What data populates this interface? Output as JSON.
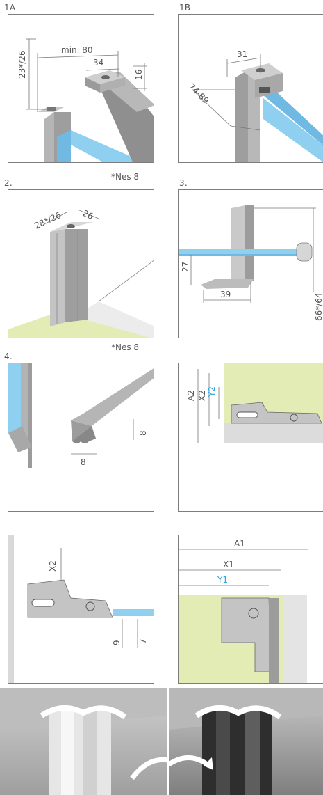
{
  "labels": {
    "l1a": "1A",
    "l1b": "1B",
    "l2": "2.",
    "l3": "3.",
    "l4": "4."
  },
  "notes": {
    "n1": "*Nes 8",
    "n2": "*Nes 8"
  },
  "dims": {
    "p1a": {
      "d1": "23*/26",
      "d2": "min. 80",
      "d3": "34",
      "d4": "16"
    },
    "p1b": {
      "d1": "31",
      "d2": "74-89"
    },
    "p2": {
      "d1": "28*/26",
      "d2": "26"
    },
    "p3": {
      "d1": "27",
      "d2": "39",
      "d3": "66*/64"
    },
    "p4": {
      "d1": "8",
      "d2": "8"
    },
    "p5": {
      "d1": "A2",
      "d2": "X2",
      "d3": "Y2"
    },
    "p6": {
      "d1": "X2",
      "d2": "9",
      "d3": "7"
    },
    "p7": {
      "d1": "A1",
      "d2": "X1",
      "d3": "Y1"
    }
  },
  "colors": {
    "glass": "#8fcff0",
    "profile": "#a8a8a8",
    "floor": "#e3ecb5",
    "accent": "#2aa3d9"
  }
}
